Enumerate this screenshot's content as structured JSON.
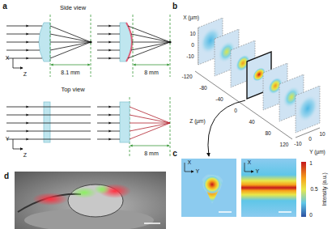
{
  "diagram": {
    "labels": [
      "a",
      "Side view",
      "X",
      "Z",
      "8.1 mm",
      "8 mm",
      "Top view",
      "Y",
      "Z",
      "8 mm",
      "b",
      "X (µm)",
      "10",
      "0",
      "-10",
      "-120",
      "-80",
      "-40",
      "0",
      "40",
      "80",
      "120",
      "Z (µm)",
      "-10",
      "0",
      "10",
      "Y (µm)",
      "c",
      "X",
      "Y",
      "X",
      "Y",
      "1",
      "0.5",
      "0",
      "Intensity (a.u.)",
      "d"
    ]
  }
}
